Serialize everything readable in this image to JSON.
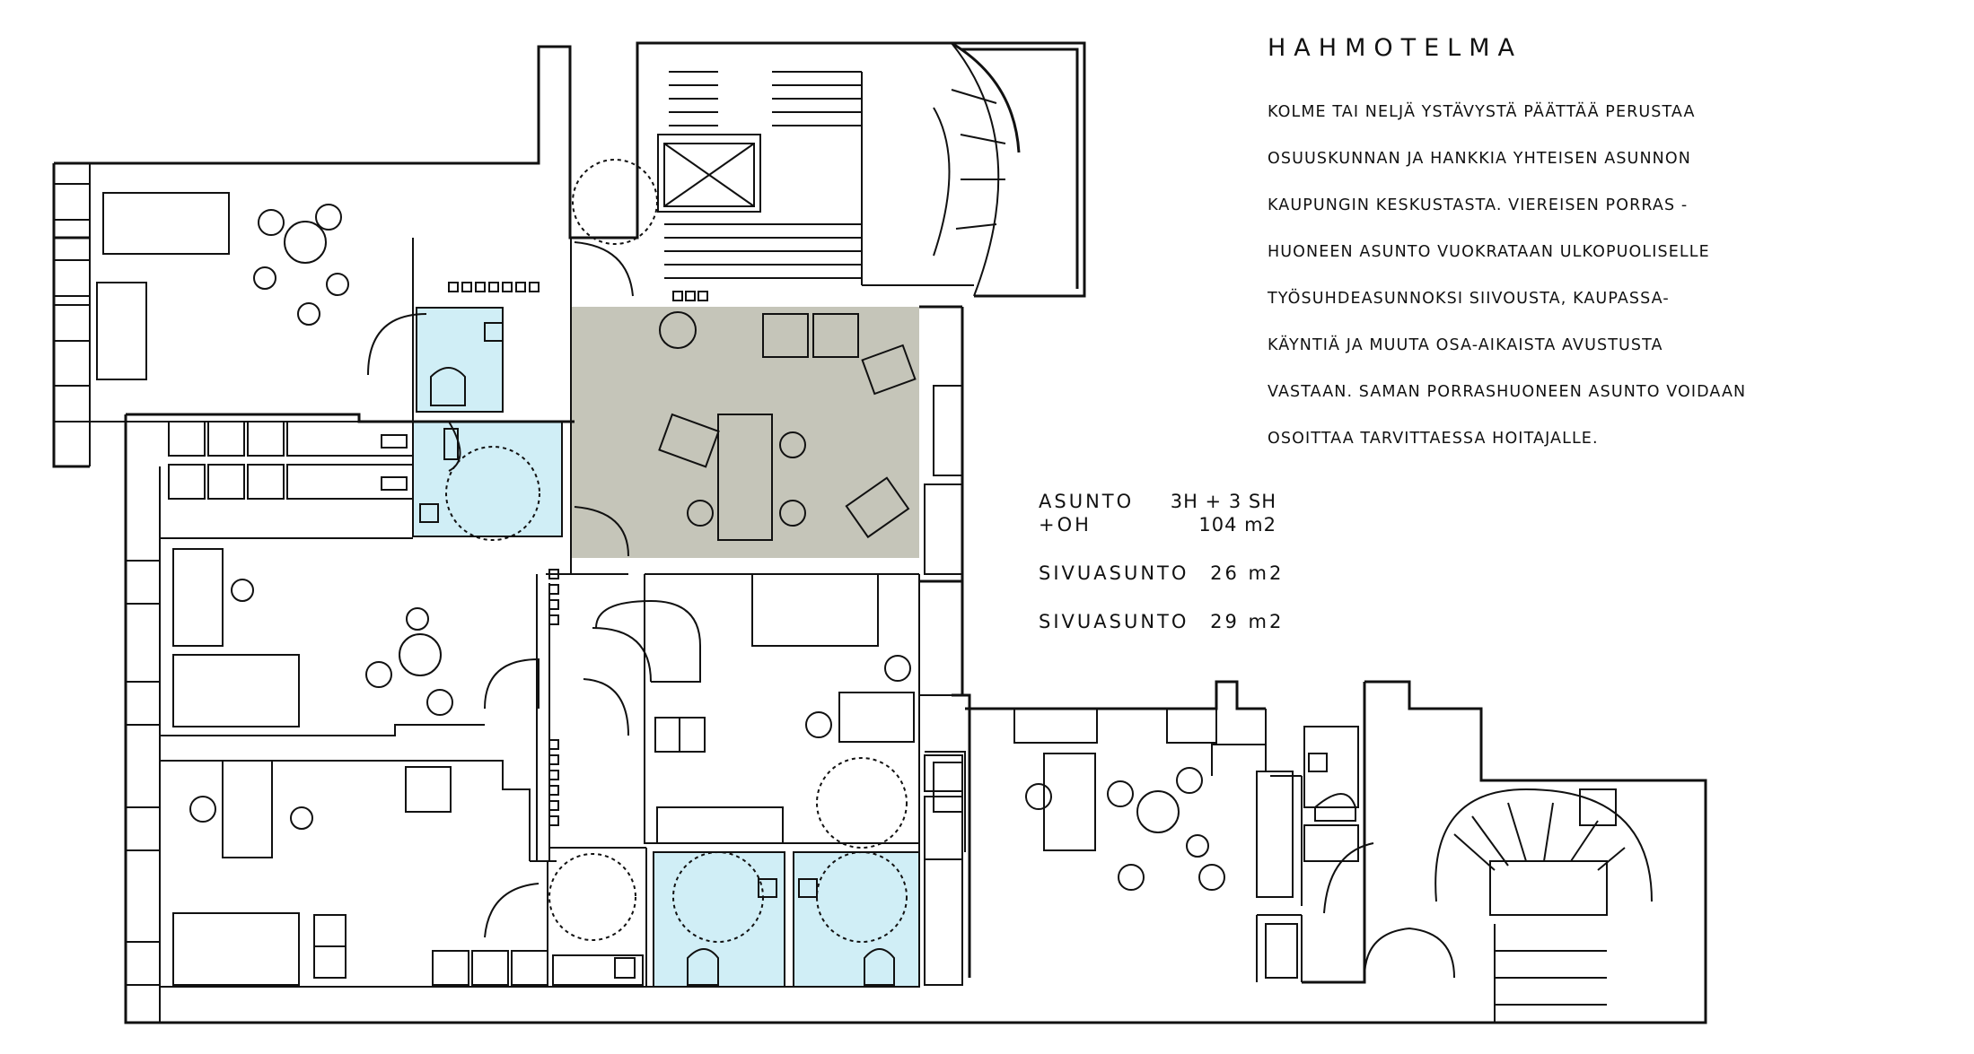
{
  "title": "HAHMOTELMA",
  "description_lines": [
    "KOLME TAI NELJÄ YSTÄVYSTÄ PÄÄTTÄÄ PERUSTAA",
    "OSUUSKUNNAN JA HANKKIA YHTEISEN ASUNNON",
    "KAUPUNGIN KESKUSTASTA. VIEREISEN PORRAS -",
    "HUONEEN ASUNTO VUOKRATAAN ULKOPUOLISELLE",
    "TYÖSUHDEASUNNOKSI SIIVOUSTA, KAUPASSA-",
    "KÄYNTIÄ JA MUUTA OSA-AIKAISTA  AVUSTUSTA",
    "VASTAAN. SAMAN PORRASHUONEEN ASUNTO VOIDAAN",
    "OSOITTAA TARVITTAESSA HOITAJALLE."
  ],
  "areas": {
    "main_label": "ASUNTO",
    "main_rooms": "3H + 3 SH",
    "main_extra": "+OH",
    "main_size": "104 m2",
    "side1_label": "SIVUASUNTO",
    "side1_size": "26 m2",
    "side2_label": "SIVUASUNTO",
    "side2_size": "29 m2"
  },
  "colors": {
    "wall": "#111111",
    "bathroom_fill": "#d0eef6",
    "common_room_fill": "#c5c5b9",
    "background": "#ffffff"
  }
}
